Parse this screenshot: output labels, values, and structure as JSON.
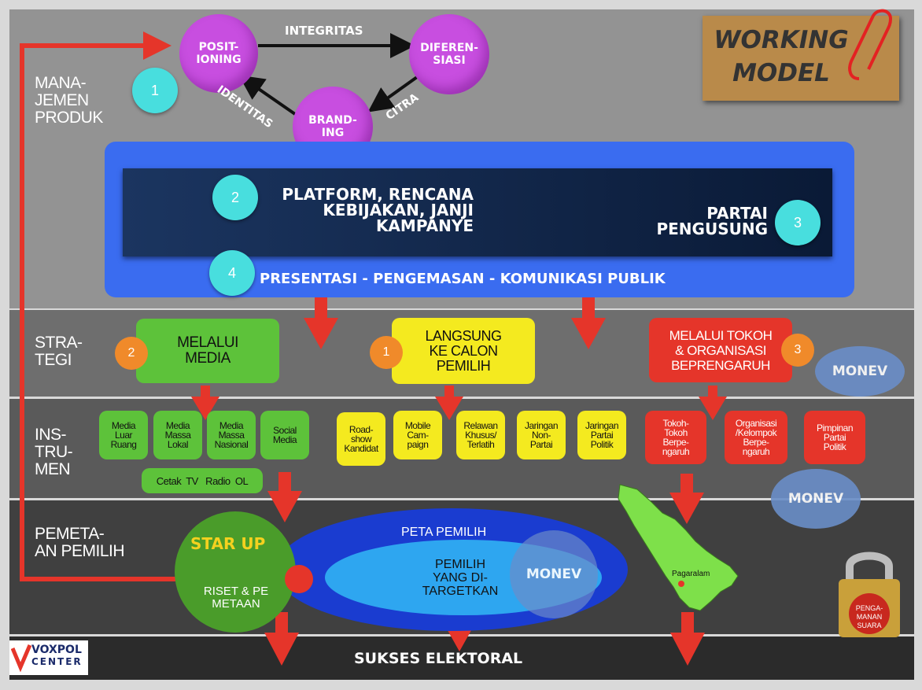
{
  "header": {
    "working_model": "WORKING\nMODEL"
  },
  "sections": {
    "produk": "MANA-\nJEMEN\nPRODUK",
    "strategi": "STRA-\nTEGI",
    "instrumen": "INS-\nTRU-\nMEN",
    "pemetaan": "PEMETA-\nAN PEMILIH"
  },
  "produk": {
    "positioning": "POSIT-\nIONING",
    "diferensiasi": "DIFEREN-\nSIASI",
    "branding": "BRAND-\nING",
    "integritas": "INTEGRITAS",
    "identitas": "IDENTITAS",
    "citra": "CITRA",
    "num1": "1"
  },
  "platform": {
    "num2": "2",
    "text": "PLATFORM, RENCANA\nKEBIJAKAN, JANJI\nKAMPANYE",
    "partai": "PARTAI\nPENGUSUNG",
    "num3": "3",
    "num4": "4",
    "presentasi": "PRESENTASI - PENGEMASAN - KOMUNIKASI PUBLIK"
  },
  "strategi": {
    "media": "MELALUI\nMEDIA",
    "media_num": "2",
    "langsung": "LANGSUNG\nKE CALON\nPEMILIH",
    "langsung_num": "1",
    "tokoh": "MELALUI TOKOH\n& ORGANISASI\nBEPRENGARUH",
    "tokoh_num": "3",
    "monev": "MONEV"
  },
  "instrumen": {
    "media_items": [
      "Media\nLuar\nRuang",
      "Media\nMassa\nLokal",
      "Media\nMassa\nNasional",
      "Social\nMedia"
    ],
    "media_sub": "Cetak  TV   Radio  OL",
    "yellow_items": [
      "Road-\nshow\nKandidat",
      "Mobile\nCam-\npaign",
      "Relawan\nKhusus/\nTerlatih",
      "Jaringan\nNon-\nPartai",
      "Jaringan\nPartai\nPolitik"
    ],
    "red_items": [
      "Tokoh-\nTokoh\nBerpe-\nngaruh",
      "Organisasi\n/Kelompok\nBerpe-\nngaruh",
      "Pimpinan\nPartai\nPolitik"
    ],
    "monev": "MONEV"
  },
  "pemetaan": {
    "star_up": "STAR UP",
    "riset": "RISET & PE\nMETAAN",
    "peta": "PETA PEMILIH",
    "pemilih": "PEMILIH\nYANG DI-\nTARGETKAN",
    "monev": "MONEV",
    "map_label": "Pagaralam",
    "lock": "PENGA-\nMANAN\nSUARA"
  },
  "footer": {
    "sukses": "SUKSES ELEKTORAL",
    "logo_top": "VOXPOL",
    "logo_bottom": "CENTER"
  }
}
